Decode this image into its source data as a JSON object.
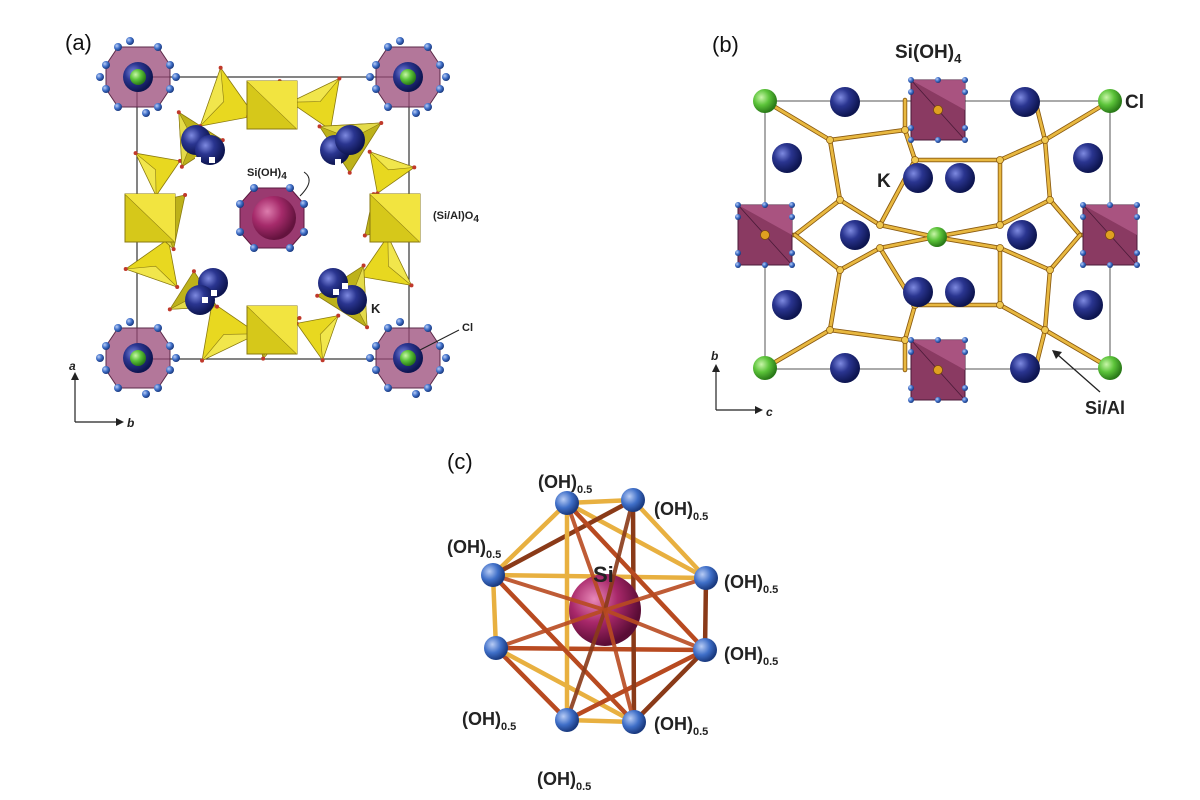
{
  "panels": {
    "a": {
      "label": "(a)",
      "si_oh4": "Si(OH)",
      "si_oh4_sub": "4",
      "framework": "(Si/Al)O",
      "framework_sub": "4",
      "k": "K",
      "cl": "Cl",
      "axis_vertical": "a",
      "axis_horizontal": "b"
    },
    "b": {
      "label": "(b)",
      "si_oh4": "Si(OH)",
      "si_oh4_sub": "4",
      "cl": "Cl",
      "k": "K",
      "si_al": "Si/Al",
      "axis_vertical": "b",
      "axis_horizontal": "c"
    },
    "c": {
      "label": "(c)",
      "si": "Si",
      "oh": "(OH)",
      "oh_sub": "0.5"
    }
  },
  "colors": {
    "potassium": "#2a3590",
    "chlorine": "#5cc43a",
    "silicon_center": "#a8286a",
    "oxygen_node": "#3f6fc8",
    "framework_tetrahedra": "#e8d820",
    "si_oh4_polyhedron": "#9a4a78",
    "bond_yellow": "#e8b840",
    "bond_brown": "#8a3a18"
  }
}
